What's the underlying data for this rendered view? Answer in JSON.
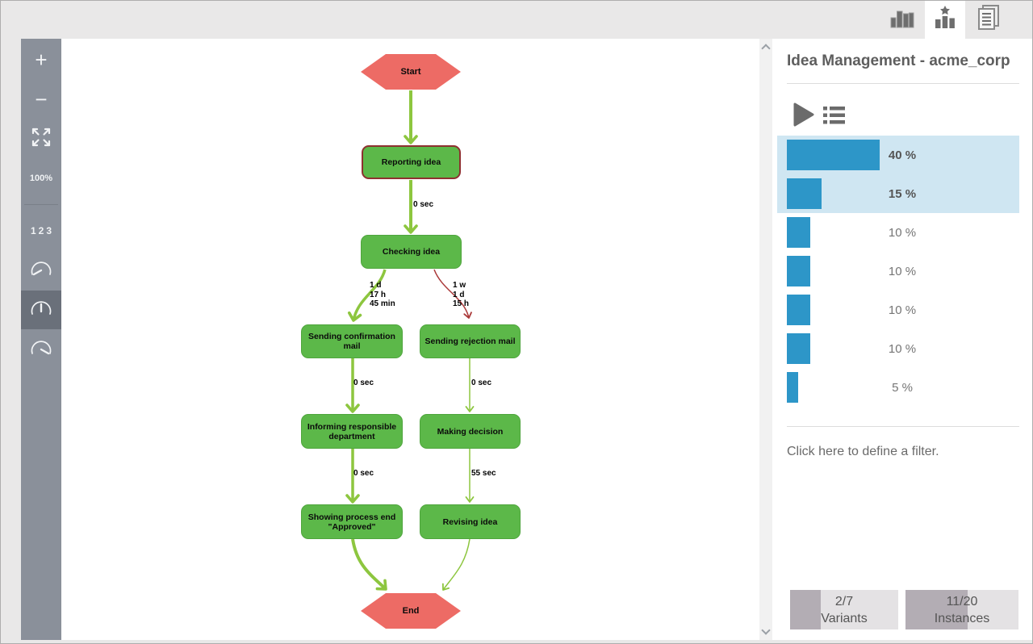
{
  "top_bar": {
    "tabs": [
      {
        "icon": "bar-chart-icon",
        "name": "frequency-chart"
      },
      {
        "icon": "variants-star-chart-icon",
        "name": "variants",
        "active": true
      },
      {
        "icon": "document-log-icon",
        "name": "log"
      }
    ]
  },
  "toolbar": {
    "zoom_in_label": "+",
    "zoom_out_label": "−",
    "fit_icon": "expand-icon",
    "zoom_level": "100%",
    "frequency_label": "123",
    "gauge_icons": [
      "gauge-low-icon",
      "gauge-mid-icon",
      "gauge-high-icon"
    ],
    "selected_gauge": "gauge-mid-icon"
  },
  "flowchart": {
    "nodes": {
      "start": "Start",
      "reporting": "Reporting idea",
      "checking": "Checking idea",
      "confirmation": "Sending confirmation mail",
      "rejection": "Sending rejection mail",
      "informing": "Informing responsible\ndepartment",
      "making": "Making decision",
      "showing": "Showing process end\n\"Approved\"",
      "revising": "Revising idea",
      "end": "End"
    },
    "edge_labels": {
      "reporting_checking": "0 sec",
      "checking_confirmation": "1 d\n17 h\n45 min",
      "checking_rejection": "1 w\n1 d\n15 h",
      "confirmation_informing": "0 sec",
      "rejection_making": "0 sec",
      "informing_showing": "0 sec",
      "making_revising": "55 sec"
    }
  },
  "panel": {
    "title": "Idea Management - acme_corp",
    "play_icon": "play-icon",
    "list_icon": "list-icon",
    "variants": [
      {
        "label": "40 %",
        "value": 40,
        "selected": true
      },
      {
        "label": "15 %",
        "value": 15,
        "selected": true
      },
      {
        "label": "10 %",
        "value": 10,
        "selected": false
      },
      {
        "label": "10 %",
        "value": 10,
        "selected": false
      },
      {
        "label": "10 %",
        "value": 10,
        "selected": false
      },
      {
        "label": "10 %",
        "value": 10,
        "selected": false
      },
      {
        "label": "5 %",
        "value": 5,
        "selected": false
      }
    ],
    "filter_hint": "Click here to define a filter.",
    "footer": {
      "variants": {
        "value": "2/7",
        "label": "Variants",
        "fraction": 0.286
      },
      "instances": {
        "value": "11/20",
        "label": "Instances",
        "fraction": 0.55
      }
    }
  },
  "colors": {
    "node_green": "#5cb849",
    "start_end_red": "#ed6b65",
    "edge_green": "#8dc63f",
    "edge_red": "#aa3939",
    "highlight_border_red": "#8e3130",
    "bar_blue": "#2d96c8",
    "selected_row_bg": "#cfe6f2",
    "toolbar_gray": "#8a909a"
  }
}
